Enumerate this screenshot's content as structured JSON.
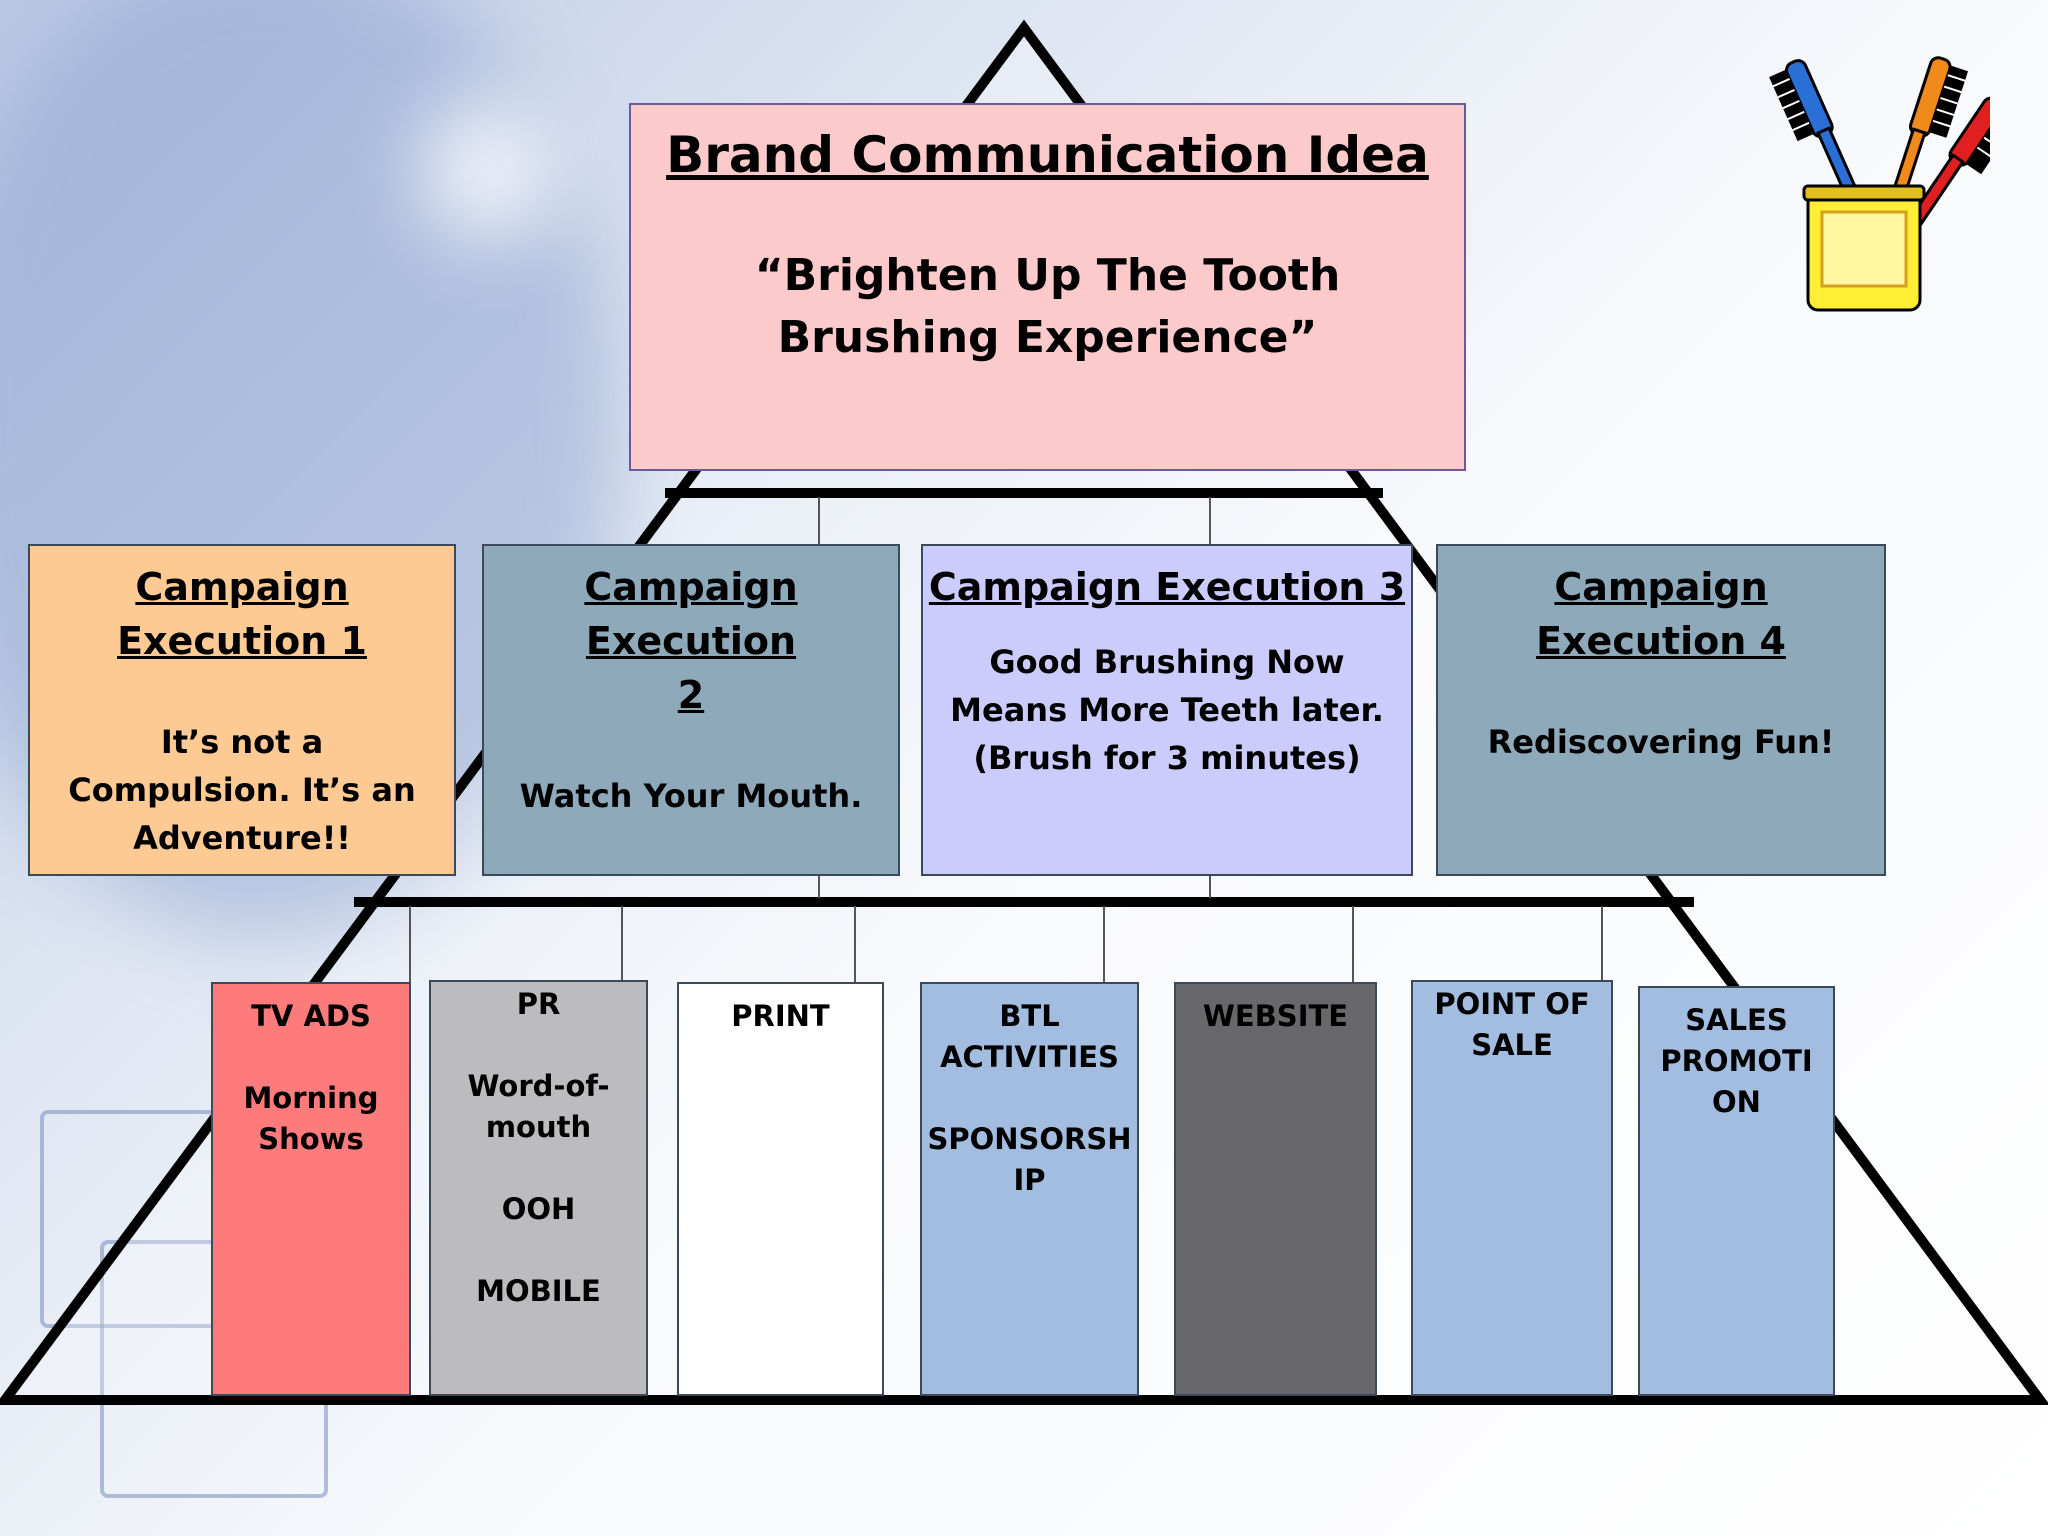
{
  "top": {
    "title": "Brand Communication Idea",
    "tagline": "“Brighten Up The Tooth Brushing Experience”"
  },
  "campaigns": [
    {
      "title": "Campaign Execution 1",
      "text": "It’s not a Compulsion. It’s an Adventure!!",
      "color": "#fdca94"
    },
    {
      "title": "Campaign Execution 2",
      "text": "Watch Your Mouth.",
      "color": "#8ea9b9"
    },
    {
      "title": "Campaign Execution 3",
      "text": "Good Brushing Now Means More Teeth later. (Brush for 3 minutes)",
      "color": "#ccccfc"
    },
    {
      "title": "Campaign Execution 4",
      "text": "Rediscovering Fun!",
      "color": "#8ea9b9"
    }
  ],
  "channels": [
    {
      "text": "TV ADS\n\nMorning\nShows",
      "color": "#fe7b7b"
    },
    {
      "text": "PR\n\nWord-of-\nmouth\n\nOOH\n\nMOBILE",
      "color": "#bcbcbe"
    },
    {
      "text": "PRINT",
      "color": "#ffffff"
    },
    {
      "text": "BTL\nACTIVITIES\n\nSPONSORSH\nIP",
      "color": "#a3bde0"
    },
    {
      "text": "WEBSITE",
      "color": "#68686a"
    },
    {
      "text": "POINT OF\nSALE",
      "color": "#a3bde0"
    },
    {
      "text": "SALES\nPROMOTI\nON",
      "color": "#a3bde0"
    }
  ],
  "icons": {
    "decoration": "toothbrush-cup-icon"
  }
}
